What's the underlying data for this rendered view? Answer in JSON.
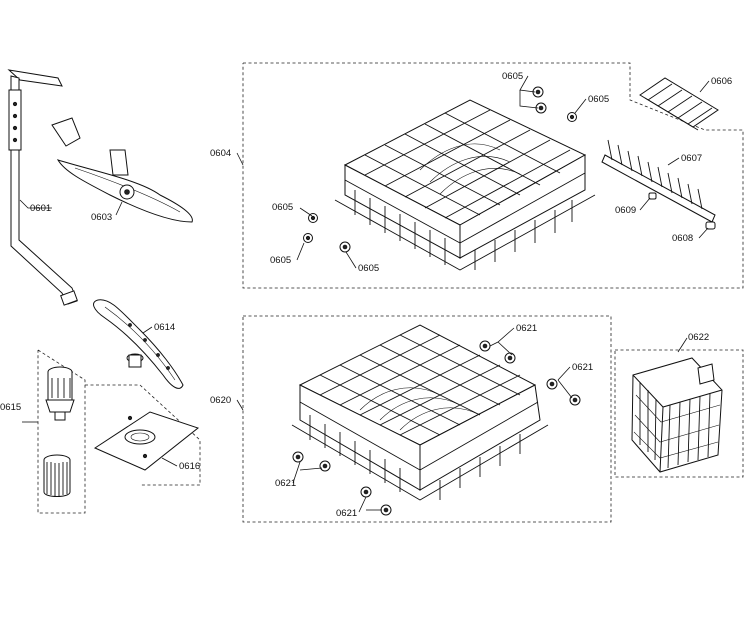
{
  "labels": {
    "p0601": "0601",
    "p0603": "0603",
    "p0604": "0604",
    "p0605a": "0605",
    "p0605b": "0605",
    "p0605c": "0605",
    "p0605d": "0605",
    "p0605e": "0605",
    "p0606": "0606",
    "p0607": "0607",
    "p0608": "0608",
    "p0609": "0609",
    "p0614": "0614",
    "p0615": "0615",
    "p0616": "0616",
    "p0620": "0620",
    "p0621a": "0621",
    "p0621b": "0621",
    "p0621c": "0621",
    "p0621d": "0621",
    "p0622": "0622"
  },
  "colors": {
    "line": "#111111",
    "background": "#ffffff"
  }
}
